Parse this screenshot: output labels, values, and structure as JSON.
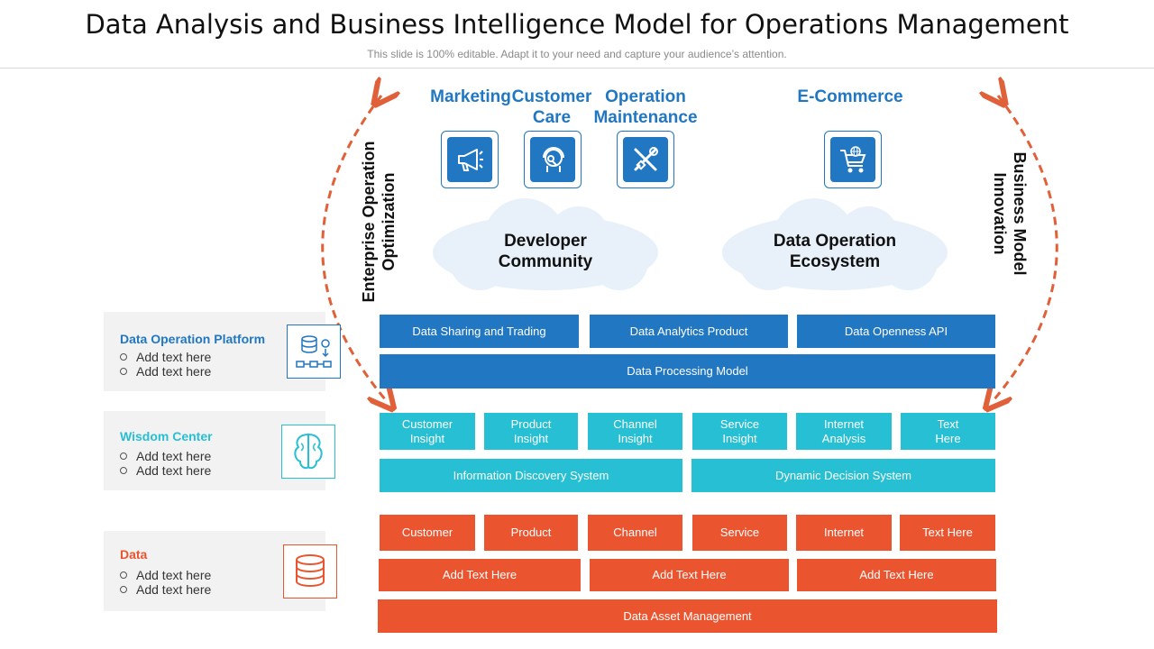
{
  "header": {
    "title": "Data Analysis and Business Intelligence Model for Operations Management",
    "subtitle": "This slide is 100% editable. Adapt it to your need and capture your audience’s attention."
  },
  "categories": [
    {
      "label": "Marketing",
      "icon": "megaphone-icon"
    },
    {
      "label": "Customer Care",
      "icon": "headset-icon"
    },
    {
      "label": "Operation Maintenance",
      "icon": "tools-icon"
    },
    {
      "label": "E-Commerce",
      "icon": "shopping-cart-icon"
    }
  ],
  "clouds": [
    {
      "label_line1": "Developer",
      "label_line2": "Community"
    },
    {
      "label_line1": "Data Operation",
      "label_line2": "Ecosystem"
    }
  ],
  "side_labels": {
    "left_line1": "Enterprise Operation",
    "left_line2": "Optimization",
    "right_line1": "Business Model",
    "right_line2": "Innovation"
  },
  "platform_layer": {
    "row1": [
      "Data Sharing and Trading",
      "Data Analytics Product",
      "Data Openness API"
    ],
    "row2": "Data Processing Model"
  },
  "wisdom_layer": {
    "row1": [
      {
        "line1": "Customer",
        "line2": "Insight"
      },
      {
        "line1": "Product",
        "line2": "Insight"
      },
      {
        "line1": "Channel",
        "line2": "Insight"
      },
      {
        "line1": "Service",
        "line2": "Insight"
      },
      {
        "line1": "Internet",
        "line2": "Analysis"
      },
      {
        "line1": "Text",
        "line2": "Here"
      }
    ],
    "row2": [
      "Information Discovery System",
      "Dynamic Decision System"
    ]
  },
  "data_layer": {
    "row1": [
      "Customer",
      "Product",
      "Channel",
      "Service",
      "Internet",
      "Text Here"
    ],
    "row2": [
      "Add Text Here",
      "Add Text Here",
      "Add Text Here"
    ],
    "row3": "Data Asset Management"
  },
  "panels": [
    {
      "title": "Data Operation Platform",
      "items": [
        "Add text here",
        "Add text here"
      ],
      "color": "#2177c2",
      "icon": "data-platform-icon"
    },
    {
      "title": "Wisdom Center",
      "items": [
        "Add text here",
        "Add text here"
      ],
      "color": "#27bfd4",
      "icon": "brain-icon"
    },
    {
      "title": "Data",
      "items": [
        "Add text here",
        "Add text here"
      ],
      "color": "#ea5530",
      "icon": "database-icon"
    }
  ],
  "colors": {
    "blue": "#2177c2",
    "teal": "#27bfd4",
    "orange": "#ea5530",
    "arrow": "#e0603a",
    "cloud": "#e8f1fa"
  }
}
